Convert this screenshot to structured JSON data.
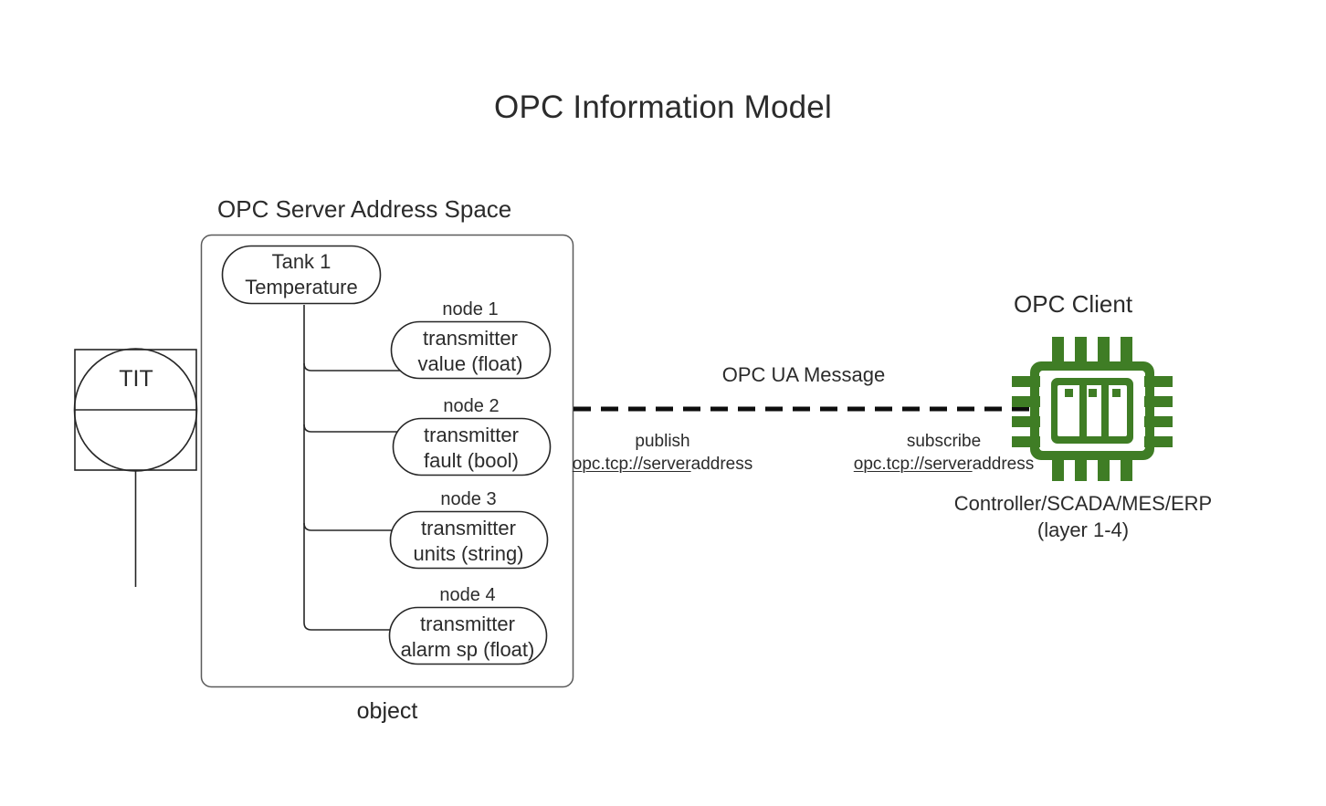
{
  "title": "OPC Information Model",
  "server": {
    "section_label": "OPC Server Address Space",
    "object_label": "object",
    "root_node": {
      "line1": "Tank 1",
      "line2": "Temperature"
    },
    "nodes": [
      {
        "caption": "node 1",
        "line1": "transmitter",
        "line2": "value (float)"
      },
      {
        "caption": "node 2",
        "line1": "transmitter",
        "line2": "fault (bool)"
      },
      {
        "caption": "node 3",
        "line1": "transmitter",
        "line2": "units (string)"
      },
      {
        "caption": "node 4",
        "line1": "transmitter",
        "line2": "alarm sp (float)"
      }
    ]
  },
  "field_device": {
    "tag": "TIT"
  },
  "message": {
    "title": "OPC UA Message",
    "publish": {
      "verb": "publish",
      "url_link": "opc.tcp://server",
      "url_tail": "address"
    },
    "subscribe": {
      "verb": "subscribe",
      "url_link": "opc.tcp://server",
      "url_tail": "address"
    }
  },
  "client": {
    "section_label": "OPC Client",
    "sub_label_line1": "Controller/SCADA/MES/ERP",
    "sub_label_line2": "(layer 1-4)",
    "icon": "cpu-chip-icon",
    "icon_color": "#3f7d25"
  },
  "colors": {
    "stroke": "#262626",
    "text": "#2b2b2b",
    "background": "#ffffff",
    "accent_green": "#3f7d25"
  }
}
